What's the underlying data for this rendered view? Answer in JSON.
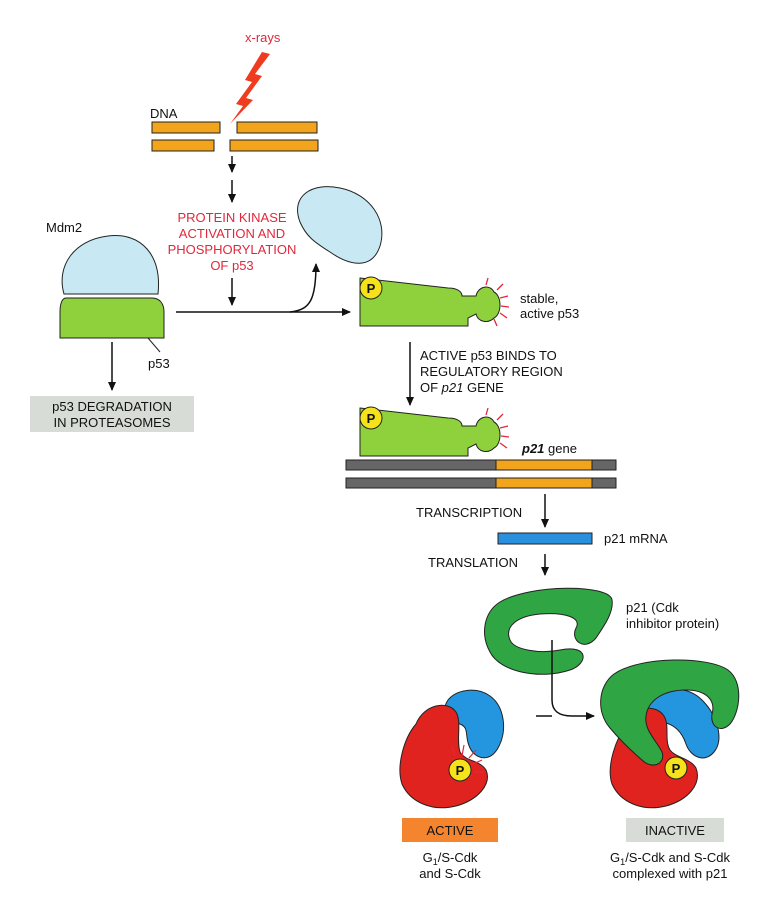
{
  "labels": {
    "xrays": "x-rays",
    "dna": "DNA",
    "kinase_line1": "PROTEIN KINASE",
    "kinase_line2": "ACTIVATION AND",
    "kinase_line3": "PHOSPHORYLATION",
    "kinase_line4": "OF p53",
    "mdm2": "Mdm2",
    "p53": "p53",
    "degradation_line1": "p53 DEGRADATION",
    "degradation_line2": "IN PROTEASOMES",
    "stable_line1": "stable,",
    "stable_line2": "active p53",
    "binds_line1": "ACTIVE p53 BINDS TO",
    "binds_line2": "REGULATORY REGION",
    "binds_line3_pre": "OF ",
    "binds_line3_italic": "p21",
    "binds_line3_post": " GENE",
    "p21_gene_italic": "p21",
    "p21_gene_post": " gene",
    "transcription": "TRANSCRIPTION",
    "p21_mrna": "p21 mRNA",
    "translation": "TRANSLATION",
    "p21_protein_line1": "p21 (Cdk",
    "p21_protein_line2": "inhibitor protein)",
    "phospho_symbol": "P",
    "active_box": "ACTIVE",
    "inactive_box": "INACTIVE",
    "active_caption_line1_pre": "G",
    "active_caption_line1_sub": "1",
    "active_caption_line1_post": "/S-Cdk",
    "active_caption_line2": "and S-Cdk",
    "inactive_caption_line1_pre": "G",
    "inactive_caption_line1_sub": "1",
    "inactive_caption_line1_post": "/S-Cdk and S-Cdk",
    "inactive_caption_line2": "complexed with p21"
  },
  "colors": {
    "mdm2": "#c8e8f4",
    "p53": "#8fd13c",
    "dna": "#f2a51c",
    "gene_gray": "#666666",
    "mrna": "#2a90dd",
    "p21_protein": "#2fa544",
    "cdk": "#e0231e",
    "cyclin": "#2496e0",
    "phospho": "#f6e21a",
    "kinase_text": "#e0283c",
    "active_box": "#f4842e",
    "inactive_box": "#d8dcd6",
    "degradation_box": "#d8dcd6"
  }
}
